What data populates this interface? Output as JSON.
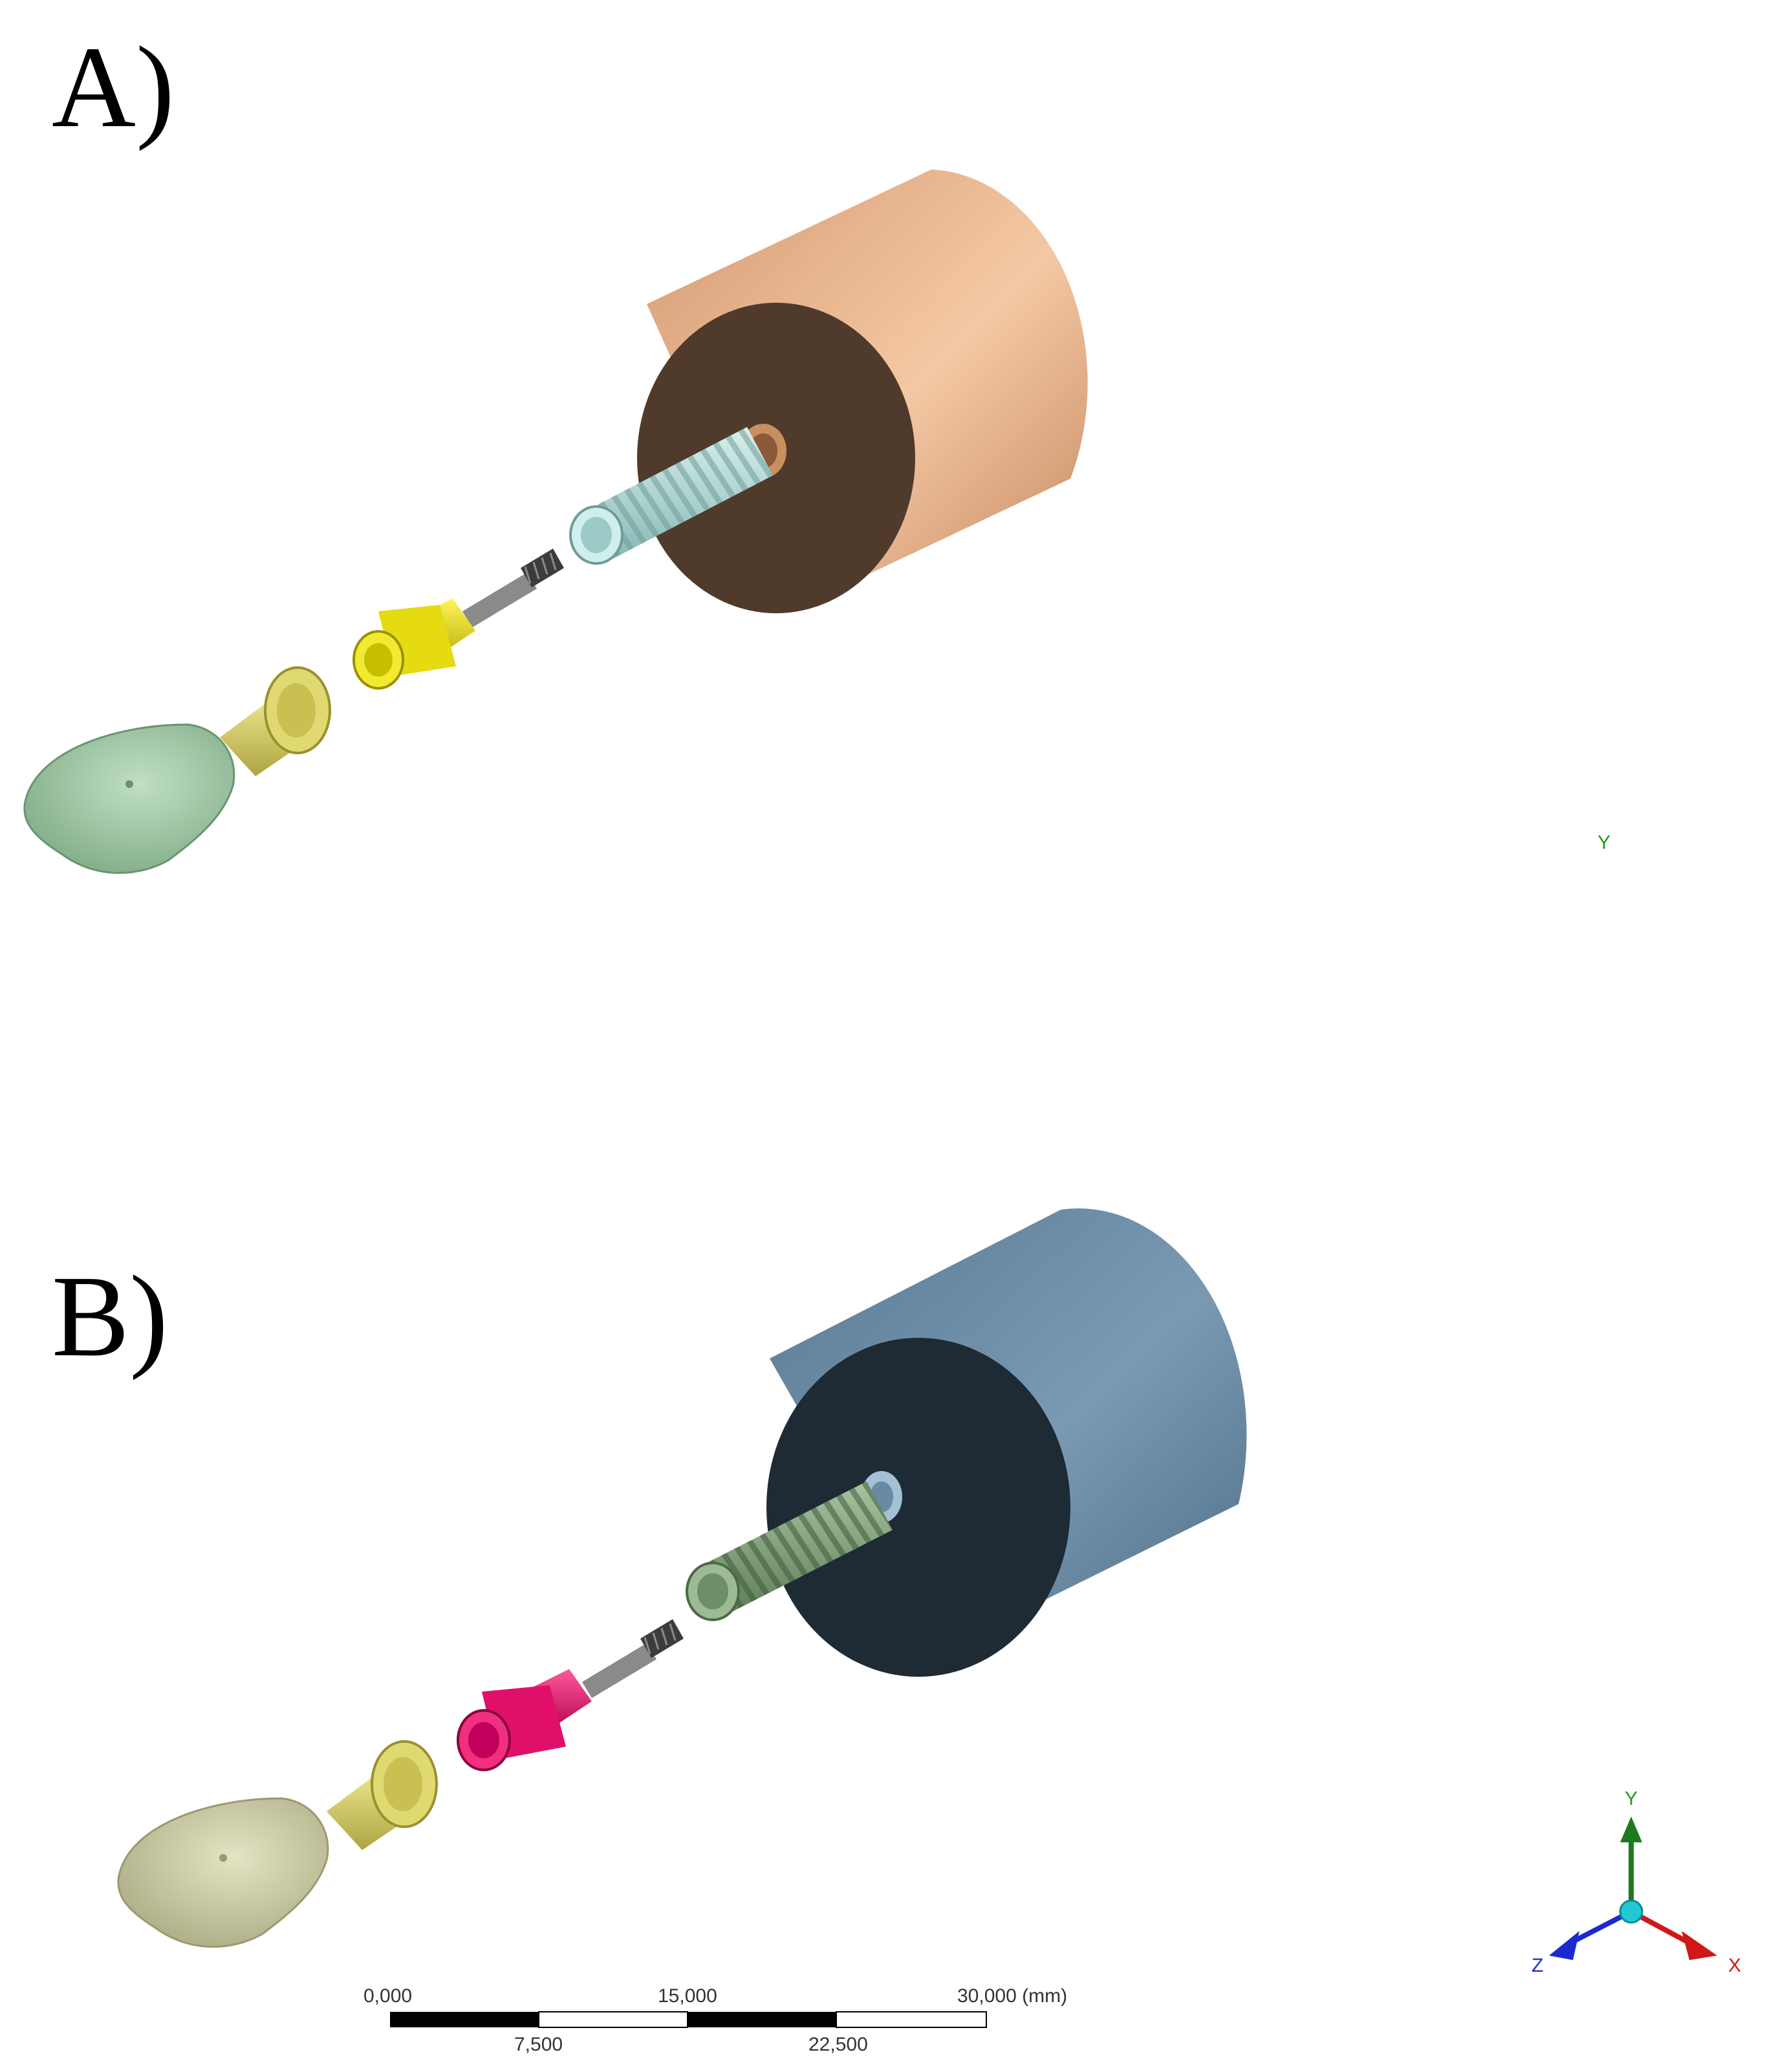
{
  "panels": [
    {
      "label": "A)"
    },
    {
      "label": "B)"
    }
  ],
  "stray_axis_label": "Y",
  "scale_bar": {
    "top_labels": [
      "0,000",
      "15,000",
      "30,000 (mm)"
    ],
    "bottom_labels": [
      "7,500",
      "22,500"
    ]
  },
  "triad": {
    "x": "X",
    "y": "Y",
    "z": "Z"
  },
  "colors": {
    "bone_block_a": "#e8b088",
    "bone_face_a": "#4f3a2c",
    "bone_block_b": "#6a8aa4",
    "bone_face_b": "#1e2a34",
    "implant_a": "#b0dcd8",
    "implant_b": "#7fa07a",
    "abutment_a": "#e0d800",
    "abutment_b": "#e0106a",
    "crown_a": "#9cc6a0",
    "crown_b": "#c8c8a0",
    "coping": "#d8d060",
    "screw": "#8a8a8a"
  }
}
